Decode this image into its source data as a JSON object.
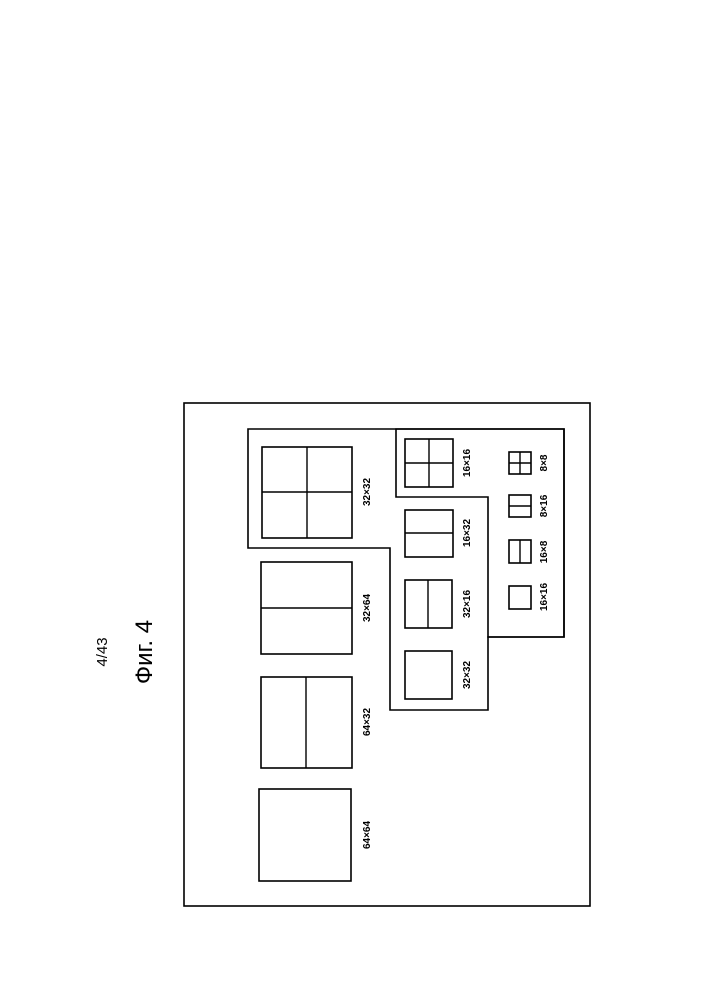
{
  "header": {
    "page_number": "4/43",
    "figure_title": "Фиг. 4"
  },
  "blocks": {
    "b64x64": "64×64",
    "b64x32": "64×32",
    "b32x64": "32×64",
    "b32x32_top": "32×32",
    "b32x32_sub": "32×32",
    "b32x16": "32×16",
    "b16x32": "16×32",
    "b16x16_top": "16×16",
    "b16x16_sub": "16×16",
    "b16x8": "16×8",
    "b8x16": "8×16",
    "b8x8": "8×8"
  }
}
